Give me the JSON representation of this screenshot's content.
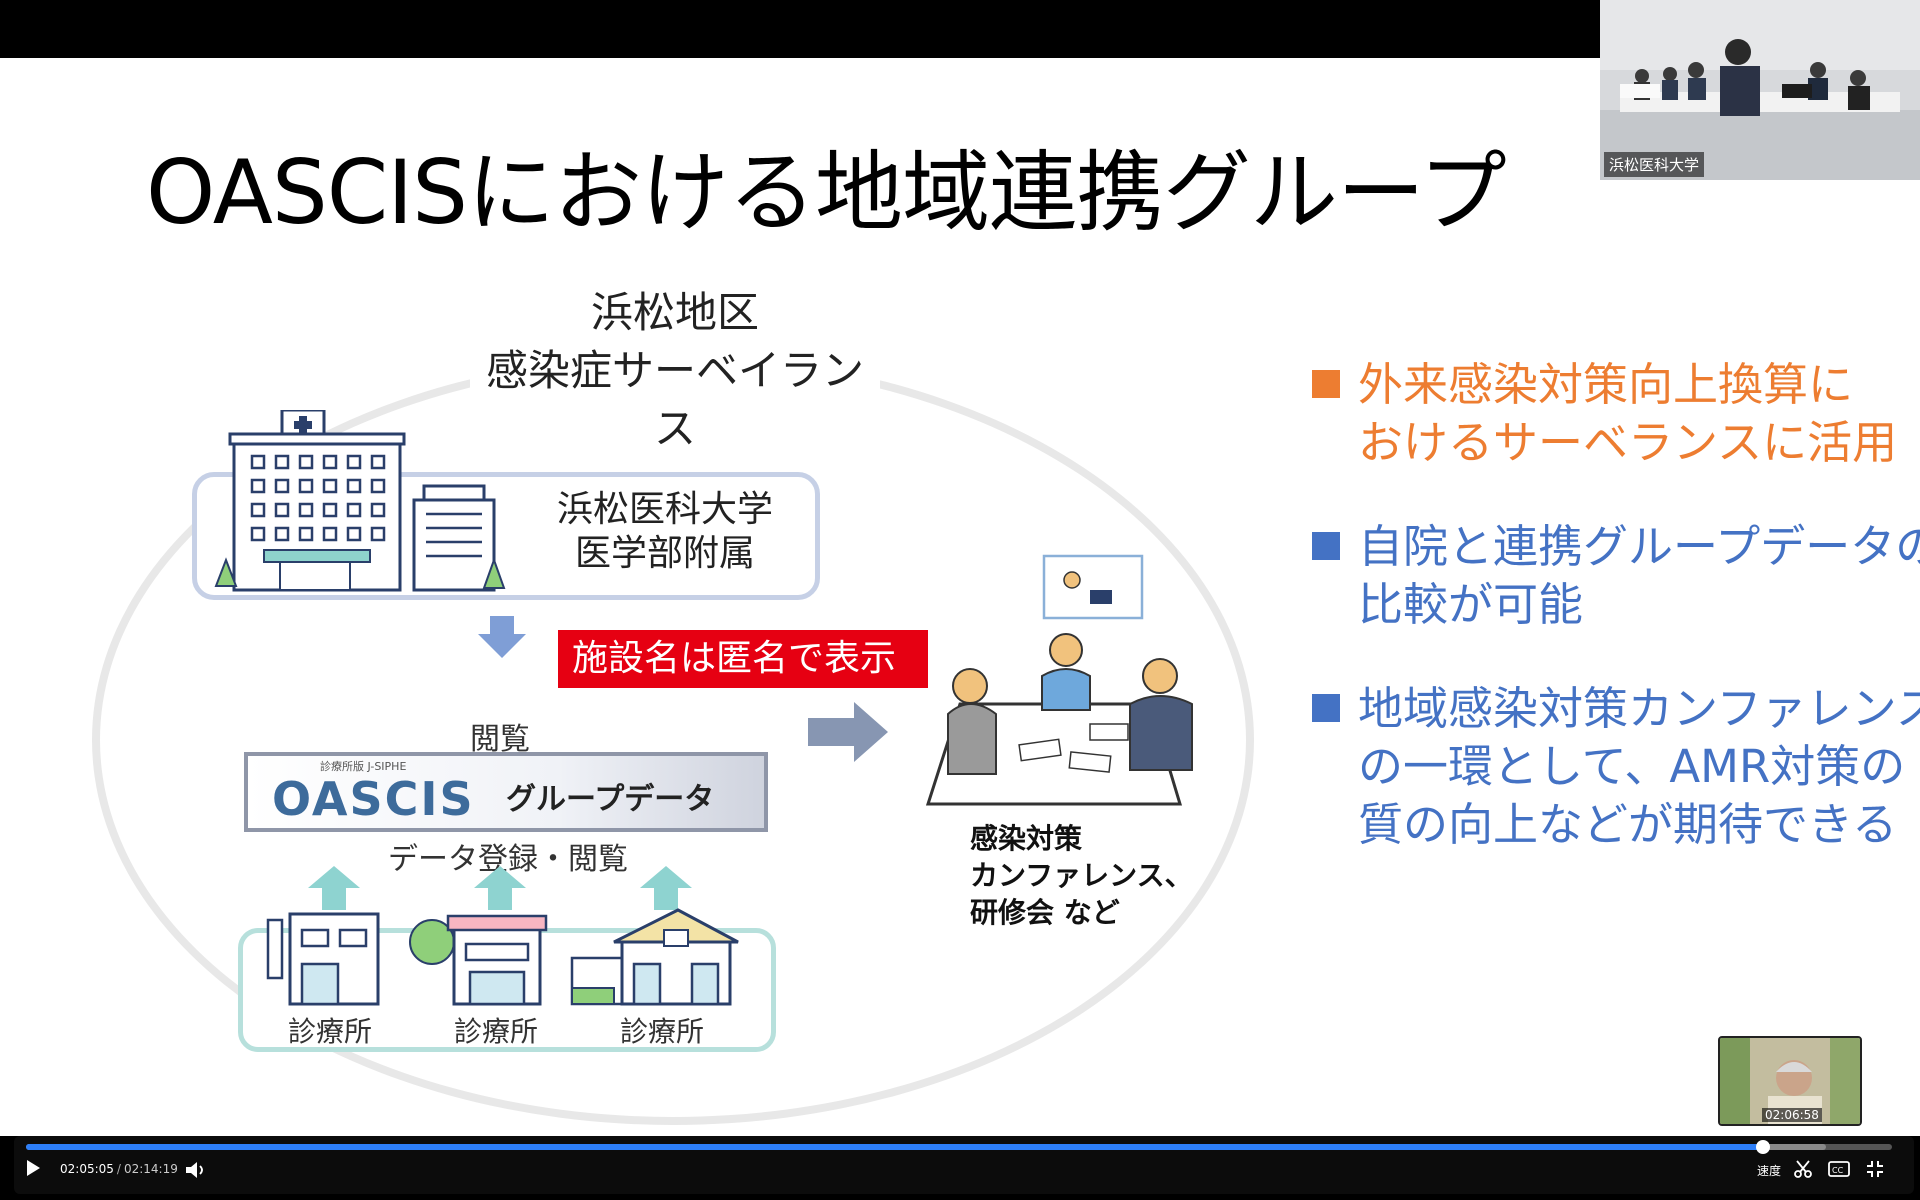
{
  "slide": {
    "title": "OASCISにおける地域連携グループ",
    "area_title": [
      "浜松地区",
      "感染症サーベイランス"
    ],
    "hospital": [
      "浜松医科大学",
      "医学部附属"
    ],
    "anonymous_notice": "施設名は匿名で表示",
    "view_label": "閲覧",
    "oascis_small": "診療所版 J-SIPHE",
    "oascis_logo": "OASCIS",
    "group_data": "グループデータ",
    "register_label": "データ登録・閲覧",
    "clinics": [
      "診療所",
      "診療所",
      "診療所"
    ],
    "conference": [
      "感染対策",
      "カンファレンス、",
      "研修会 など"
    ],
    "bullets": [
      {
        "lines": [
          "外来感染対策向上換算に",
          "おけるサーベランスに活用"
        ],
        "color": "#ed7d31"
      },
      {
        "lines": [
          "自院と連携グループデータの",
          "比較が可能"
        ],
        "color": "#4472c4"
      },
      {
        "lines": [
          "地域感染対策カンファレンス",
          "の一環として、AMR対策の",
          "質の向上などが期待できる"
        ],
        "color": "#4472c4"
      }
    ]
  },
  "camera_main_label": "浜松医科大学",
  "camera_pip_time": "02:06:58",
  "player": {
    "current_time": "02:05:05",
    "duration": "02:14:19",
    "progress_fraction": 0.931,
    "speed_label": "速度"
  },
  "colors": {
    "accent_blue": "#2d7ff9",
    "notice_red": "#e60012"
  }
}
